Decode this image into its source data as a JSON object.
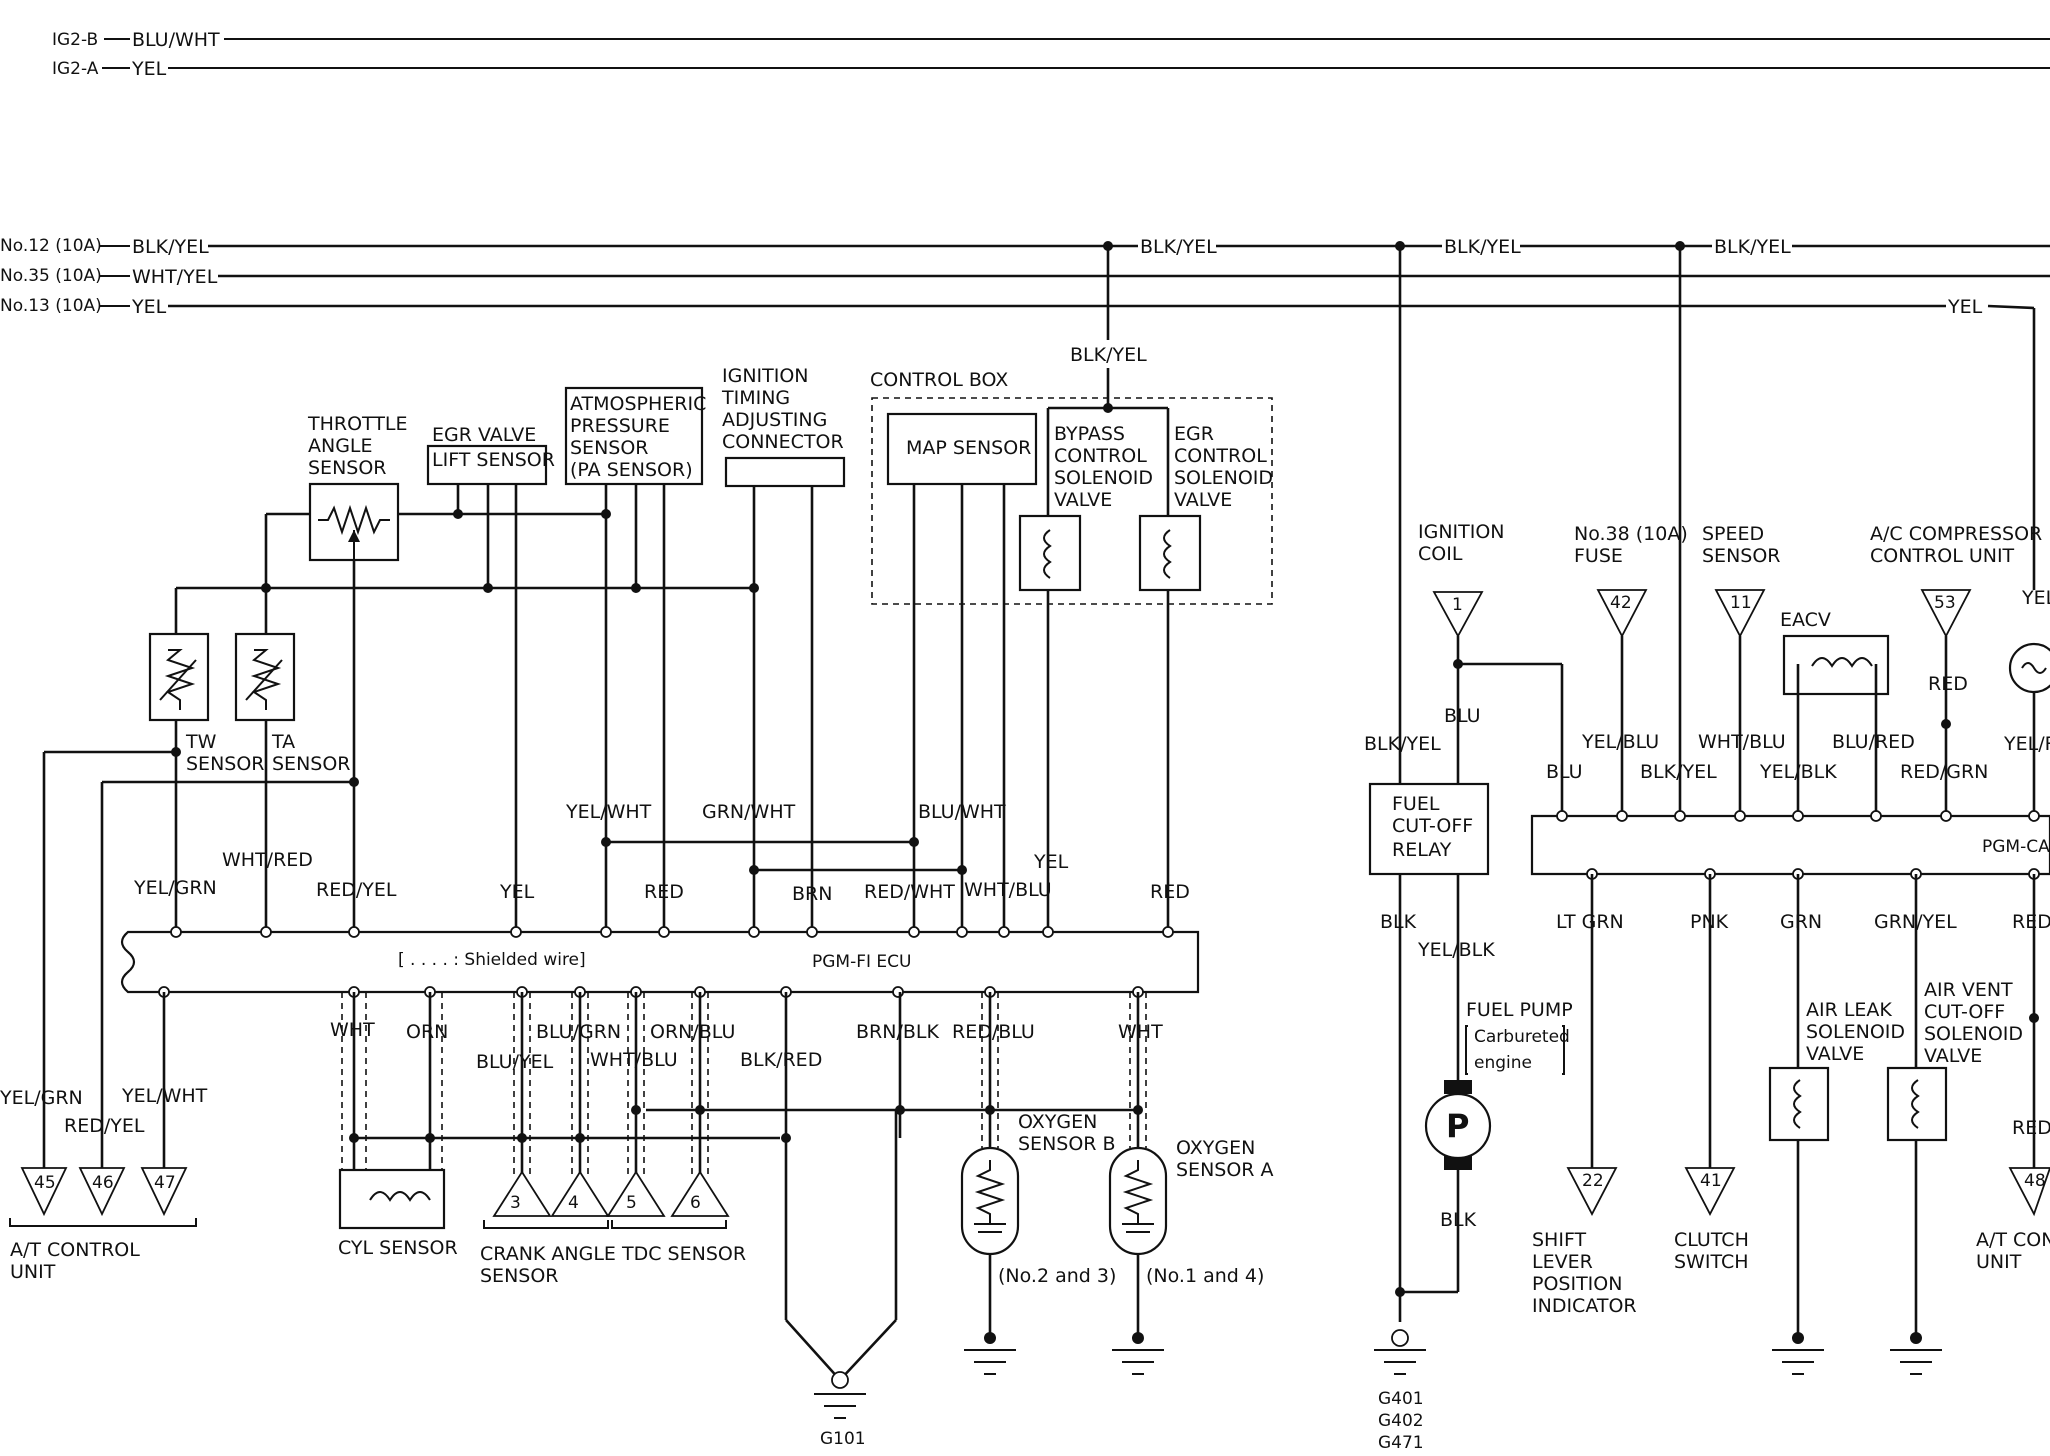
{
  "power_lines": {
    "ig2b": {
      "source": "IG2-B",
      "wire": "BLU/WHT"
    },
    "ig2a": {
      "source": "IG2-A",
      "wire": "YEL"
    },
    "fuse12": {
      "source": "No.12 (10A)",
      "wire": "BLK/YEL",
      "taps": [
        "BLK/YEL",
        "BLK/YEL",
        "BLK/YEL"
      ]
    },
    "fuse35": {
      "source": "No.35 (10A)",
      "wire": "WHT/YEL"
    },
    "fuse13": {
      "source": "No.13 (10A)",
      "wire": "YEL",
      "tap": "YEL"
    }
  },
  "sensors": {
    "throttle": [
      "THROTTLE",
      "ANGLE",
      "SENSOR"
    ],
    "egr_lift": [
      "EGR VALVE",
      "LIFT SENSOR"
    ],
    "pa": [
      "ATMOSPHERIC",
      "PRESSURE",
      "SENSOR",
      "(PA SENSOR)"
    ],
    "ignition_timing": [
      "IGNITION",
      "TIMING",
      "ADJUSTING",
      "CONNECTOR"
    ],
    "control_box": "CONTROL BOX",
    "map": "MAP SENSOR",
    "bypass": [
      "BYPASS",
      "CONTROL",
      "SOLENOID",
      "VALVE"
    ],
    "egr_control": [
      "EGR",
      "CONTROL",
      "SOLENOID",
      "VALVE"
    ],
    "control_box_feed": "BLK/YEL",
    "tw": [
      "TW",
      "SENSOR"
    ],
    "ta": [
      "TA",
      "SENSOR"
    ]
  },
  "ecu": {
    "label": "PGM-FI ECU",
    "note": "[ . . . . : Shielded wire]",
    "top_wires": [
      "YEL/GRN",
      "WHT/RED",
      "RED/YEL",
      "YEL",
      "YEL/WHT",
      "RED",
      "GRN/WHT",
      "BRN",
      "RED/WHT",
      "BLU/WHT",
      "WHT/BLU",
      "YEL",
      "RED"
    ],
    "bottom_wires": [
      "WHT",
      "ORN",
      "BLU/YEL",
      "BLU/GRN",
      "WHT/BLU",
      "ORN/BLU",
      "BLK/RED",
      "BRN/BLK",
      "RED/BLU",
      "WHT"
    ],
    "left_wires": [
      "YEL/GRN",
      "RED/YEL",
      "YEL/WHT"
    ]
  },
  "lower_components": {
    "at_pins": [
      "45",
      "46",
      "47"
    ],
    "at_label": [
      "A/T CONTROL",
      "UNIT"
    ],
    "cyl": "CYL SENSOR",
    "crank_pins": [
      "3",
      "4"
    ],
    "crank_label": [
      "CRANK ANGLE",
      "SENSOR"
    ],
    "tdc_pins": [
      "5",
      "6"
    ],
    "tdc_label": "TDC SENSOR",
    "o2b": [
      "OXYGEN",
      "SENSOR B"
    ],
    "o2b_note": "(No.2 and 3)",
    "o2a": [
      "OXYGEN",
      "SENSOR A"
    ],
    "o2a_note": "(No.1 and 4)",
    "ground_left": "G101"
  },
  "right_section": {
    "ignition_coil": [
      "IGNITION",
      "COIL"
    ],
    "ignition_pin": "1",
    "fuse38": [
      "No.38 (10A)",
      "FUSE"
    ],
    "fuse38_pin": "42",
    "speed": [
      "SPEED",
      "SENSOR"
    ],
    "speed_pin": "11",
    "ac": [
      "A/C COMPRESSOR",
      "CONTROL UNIT"
    ],
    "ac_pin": "53",
    "eacv": "EACV",
    "yel_cut": "YEL",
    "relay": [
      "FUEL",
      "CUT-OFF",
      "RELAY"
    ],
    "relay_wires": {
      "blk_yel": "BLK/YEL",
      "blu_top": "BLU",
      "blu_side": "BLU",
      "blk": "BLK",
      "yel_blk": "YEL/BLK",
      "blk_bottom": "BLK"
    },
    "fuel_pump": "FUEL PUMP",
    "fuel_pump_note": [
      "Carbureted",
      "engine"
    ],
    "pump_symbol": "P",
    "upper_wires": [
      "YEL/BLU",
      "BLK/YEL",
      "WHT/BLU",
      "YEL/BLK",
      "BLU/RED",
      "RED",
      "RED/GRN",
      "YEL/R"
    ],
    "ecu_cut": "PGM-CA",
    "lower_wires": [
      "LT GRN",
      "PNK",
      "GRN",
      "GRN/YEL",
      "RED",
      "RED"
    ],
    "air_leak": [
      "AIR LEAK",
      "SOLENOID",
      "VALVE"
    ],
    "air_vent": [
      "AIR VENT",
      "CUT-OFF",
      "SOLENOID",
      "VALVE"
    ],
    "shift_pin": "22",
    "shift": [
      "SHIFT",
      "LEVER",
      "POSITION",
      "INDICATOR"
    ],
    "clutch_pin": "41",
    "clutch": [
      "CLUTCH",
      "SWITCH"
    ],
    "at_pin": "48",
    "at_cut": [
      "A/T CONT",
      "UNIT"
    ],
    "grounds": [
      "G401",
      "G402",
      "G471"
    ]
  }
}
